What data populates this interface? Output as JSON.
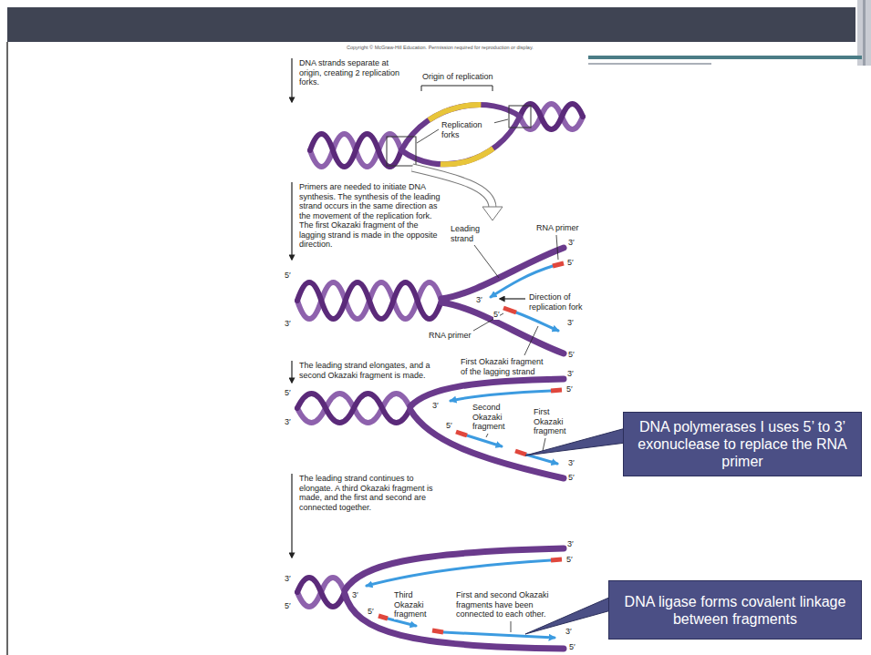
{
  "diagram": {
    "nodes": [
      {
        "text": [
          "DNA polymerases I uses 5’ to 3’ exonuclease to replace the RNA primer"
        ]
      },
      {
        "text": [
          "DNA ligase forms covalent linkage between fragments"
        ]
      }
    ],
    "labels": [
      "Copyright © McGraw-Hill Education. Permission required for reproduction or display.",
      "DNA strands separate at origin, creating 2 replication forks.",
      "Origin of replication",
      "Replication forks",
      "Primers are needed to initiate DNA synthesis. The synthesis of the leading strand occurs in the same direction as the movement of the replication fork. The first Okazaki fragment of the lagging strand is made in the opposite direction.",
      "Leading strand",
      "RNA primer",
      "3′",
      "5′",
      "5′",
      "3′",
      "Direction of replication fork",
      "3′",
      "RNA primer",
      "5′",
      "3′",
      "5′",
      "First Okazaki fragment of the lagging strand",
      "The leading strand elongates, and a second Okazaki fragment is made.",
      "3′",
      "5′",
      "3′",
      "5′",
      "3′",
      "Second Okazaki fragment",
      "First Okazaki fragment",
      "5′",
      "3′",
      "5′",
      "The leading strand continues to elongate. A third Okazaki fragment is made, and the first and second are connected together.",
      "3′",
      "3′",
      "5′",
      "3′",
      "5′",
      "Third Okazaki fragment",
      "First and second Okazaki fragments have been connected to each other.",
      "5′",
      "3′",
      "5′"
    ]
  }
}
